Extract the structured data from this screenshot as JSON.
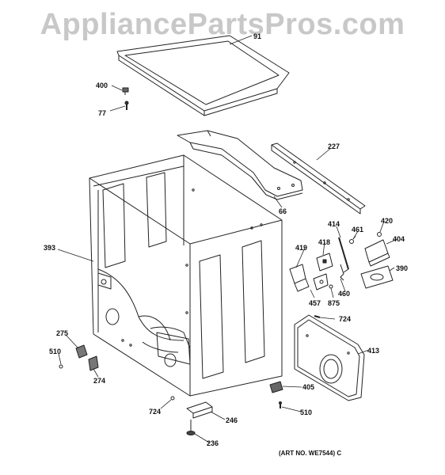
{
  "watermark": "AppliancePartsPros.com",
  "art_number": "(ART NO. WE7544) C",
  "parts": [
    {
      "id": "top",
      "label": "91"
    },
    {
      "id": "screw-top",
      "label": "400"
    },
    {
      "id": "screw-77",
      "label": "77"
    },
    {
      "id": "bracket-66",
      "label": "66"
    },
    {
      "id": "strip-227",
      "label": "227"
    },
    {
      "id": "cabinet",
      "label": "393"
    },
    {
      "id": "latch-414",
      "label": "414"
    },
    {
      "id": "screw-461",
      "label": "461"
    },
    {
      "id": "screw-420",
      "label": "420"
    },
    {
      "id": "plate-404",
      "label": "404"
    },
    {
      "id": "bracket-419",
      "label": "419"
    },
    {
      "id": "clip-418",
      "label": "418"
    },
    {
      "id": "plate-390",
      "label": "390"
    },
    {
      "id": "spring-460",
      "label": "460"
    },
    {
      "id": "switch-457",
      "label": "457"
    },
    {
      "id": "screw-875",
      "label": "875"
    },
    {
      "id": "screw-724a",
      "label": "724"
    },
    {
      "id": "front-panel",
      "label": "413"
    },
    {
      "id": "part-275",
      "label": "275"
    },
    {
      "id": "screw-510a",
      "label": "510"
    },
    {
      "id": "part-274",
      "label": "274"
    },
    {
      "id": "part-405",
      "label": "405"
    },
    {
      "id": "screw-510b",
      "label": "510"
    },
    {
      "id": "screw-724b",
      "label": "724"
    },
    {
      "id": "part-246",
      "label": "246"
    },
    {
      "id": "foot-236",
      "label": "236"
    }
  ]
}
